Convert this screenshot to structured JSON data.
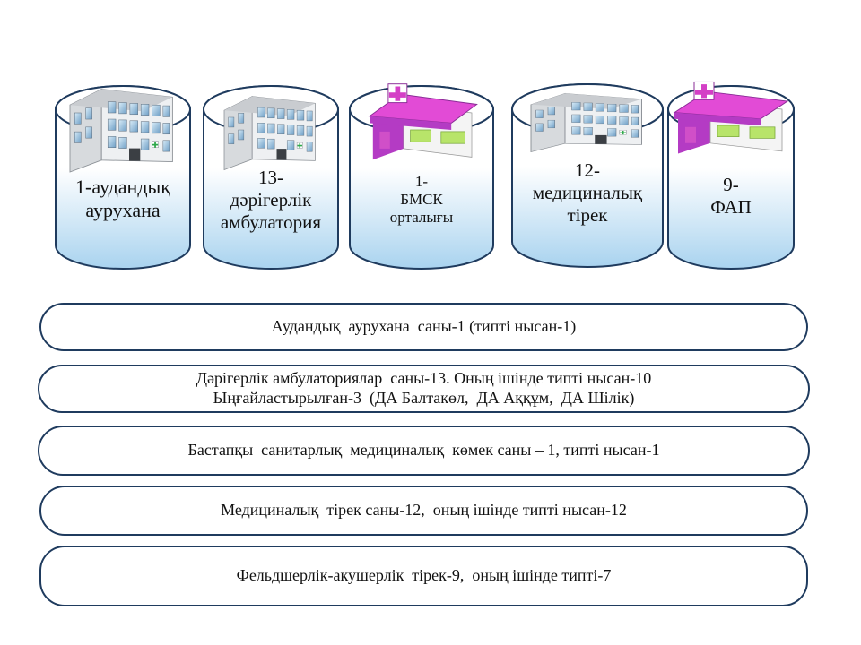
{
  "cylinders": [
    {
      "label": "1-аудандық\nаурухана",
      "building": "hospital-building-icon"
    },
    {
      "label": "13-\nдәрігерлік\nамбулатория",
      "building": "hospital-building-icon"
    },
    {
      "label": "1-\nБМСК\nорталығы",
      "building": "pharmacy-building-icon"
    },
    {
      "label": "12-\nмедициналық\nтірек",
      "building": "hospital-building-icon"
    },
    {
      "label": "9-\nФАП",
      "building": "pharmacy-building-icon"
    }
  ],
  "bars": [
    {
      "line1": "Аудандық  аурухана  саны-1 (типті нысан-1)"
    },
    {
      "line1": "Дәрігерлік амбулаториялар  саны-13. Оның ішінде типті нысан-10",
      "line2": "Ыңғайластырылған-3  (ДА Балтакөл,  ДА Аққұм,  ДА Шілік)"
    },
    {
      "line1": "Бастапқы  санитарлық  медициналық  көмек саны – 1, типті нысан-1"
    },
    {
      "line1": "Медициналық  тірек саны-12,  оның ішінде типті нысан-12"
    },
    {
      "line1": "Фельдшерлік-акушерлік  тірек-9,  оның ішінде типті-7"
    }
  ],
  "colors": {
    "cylinder_outline": "#1f3b5e",
    "cylinder_fill_bottom": "#a9d3ef",
    "pharmacy_roof": "#b43bc4",
    "pharmacy_wall": "#b8e46a",
    "bar_border": "#1f3b5e"
  }
}
